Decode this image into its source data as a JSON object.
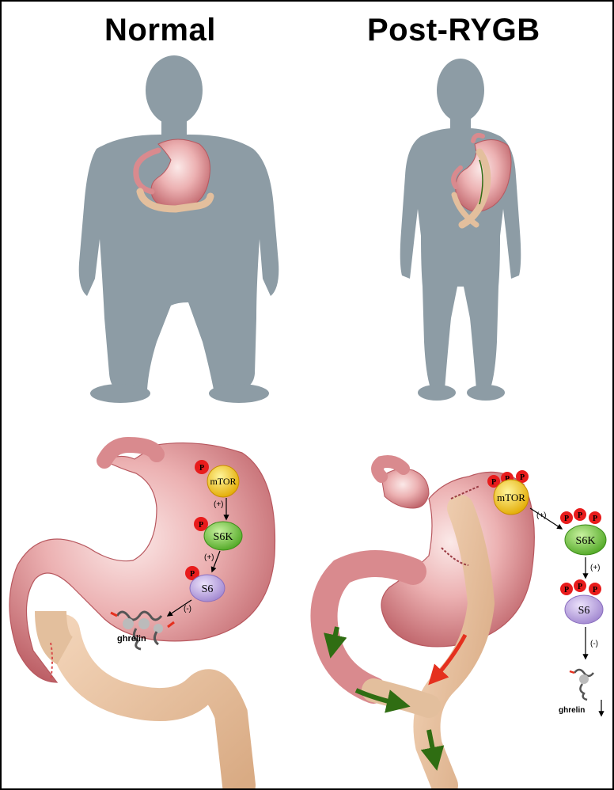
{
  "titles": {
    "normal": "Normal",
    "post": "Post-RYGB"
  },
  "colors": {
    "silhouette": "#8d9ca5",
    "stomach": "#d98a8e",
    "intestine": "#e3bf9d",
    "mtor": "#f5c400",
    "s6k": "#7ac943",
    "s6": "#b9a2dd",
    "phospho": "#e81c1c",
    "green_arrow": "#2f6d12",
    "red_arrow": "#e5301e"
  },
  "normal_pathway": {
    "phospho_label": "P",
    "mtor": "mTOR",
    "s6k": "S6K",
    "s6": "S6",
    "activate_1": "(+)",
    "activate_2": "(+)",
    "inhibit": "(-)",
    "product": "ghrelin"
  },
  "rygb_pathway": {
    "phospho_label": "P",
    "mtor": "mTOR",
    "s6k": "S6K",
    "s6": "S6",
    "activate_1": "(+)",
    "activate_2": "(+)",
    "inhibit": "(-)",
    "product": "ghrelin"
  }
}
